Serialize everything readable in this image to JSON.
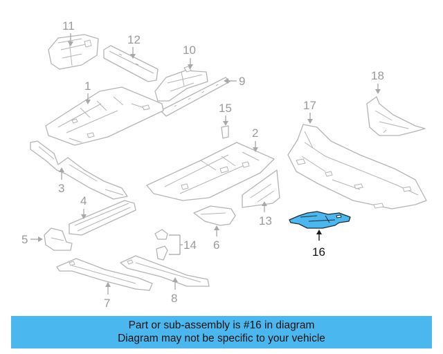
{
  "diagram": {
    "highlight_color": "#4ab8ee",
    "callouts": {
      "c1": "1",
      "c2": "2",
      "c3": "3",
      "c4": "4",
      "c5": "5",
      "c6": "6",
      "c7": "7",
      "c8": "8",
      "c9": "9",
      "c10": "10",
      "c11": "11",
      "c12": "12",
      "c13": "13",
      "c14": "14",
      "c15": "15",
      "c16": "16",
      "c17": "17",
      "c18": "18"
    }
  },
  "banner": {
    "line1": "Part or sub-assembly is #16 in diagram",
    "line2": "Diagram may not be specific to your vehicle",
    "color": "#4ab8ee"
  }
}
